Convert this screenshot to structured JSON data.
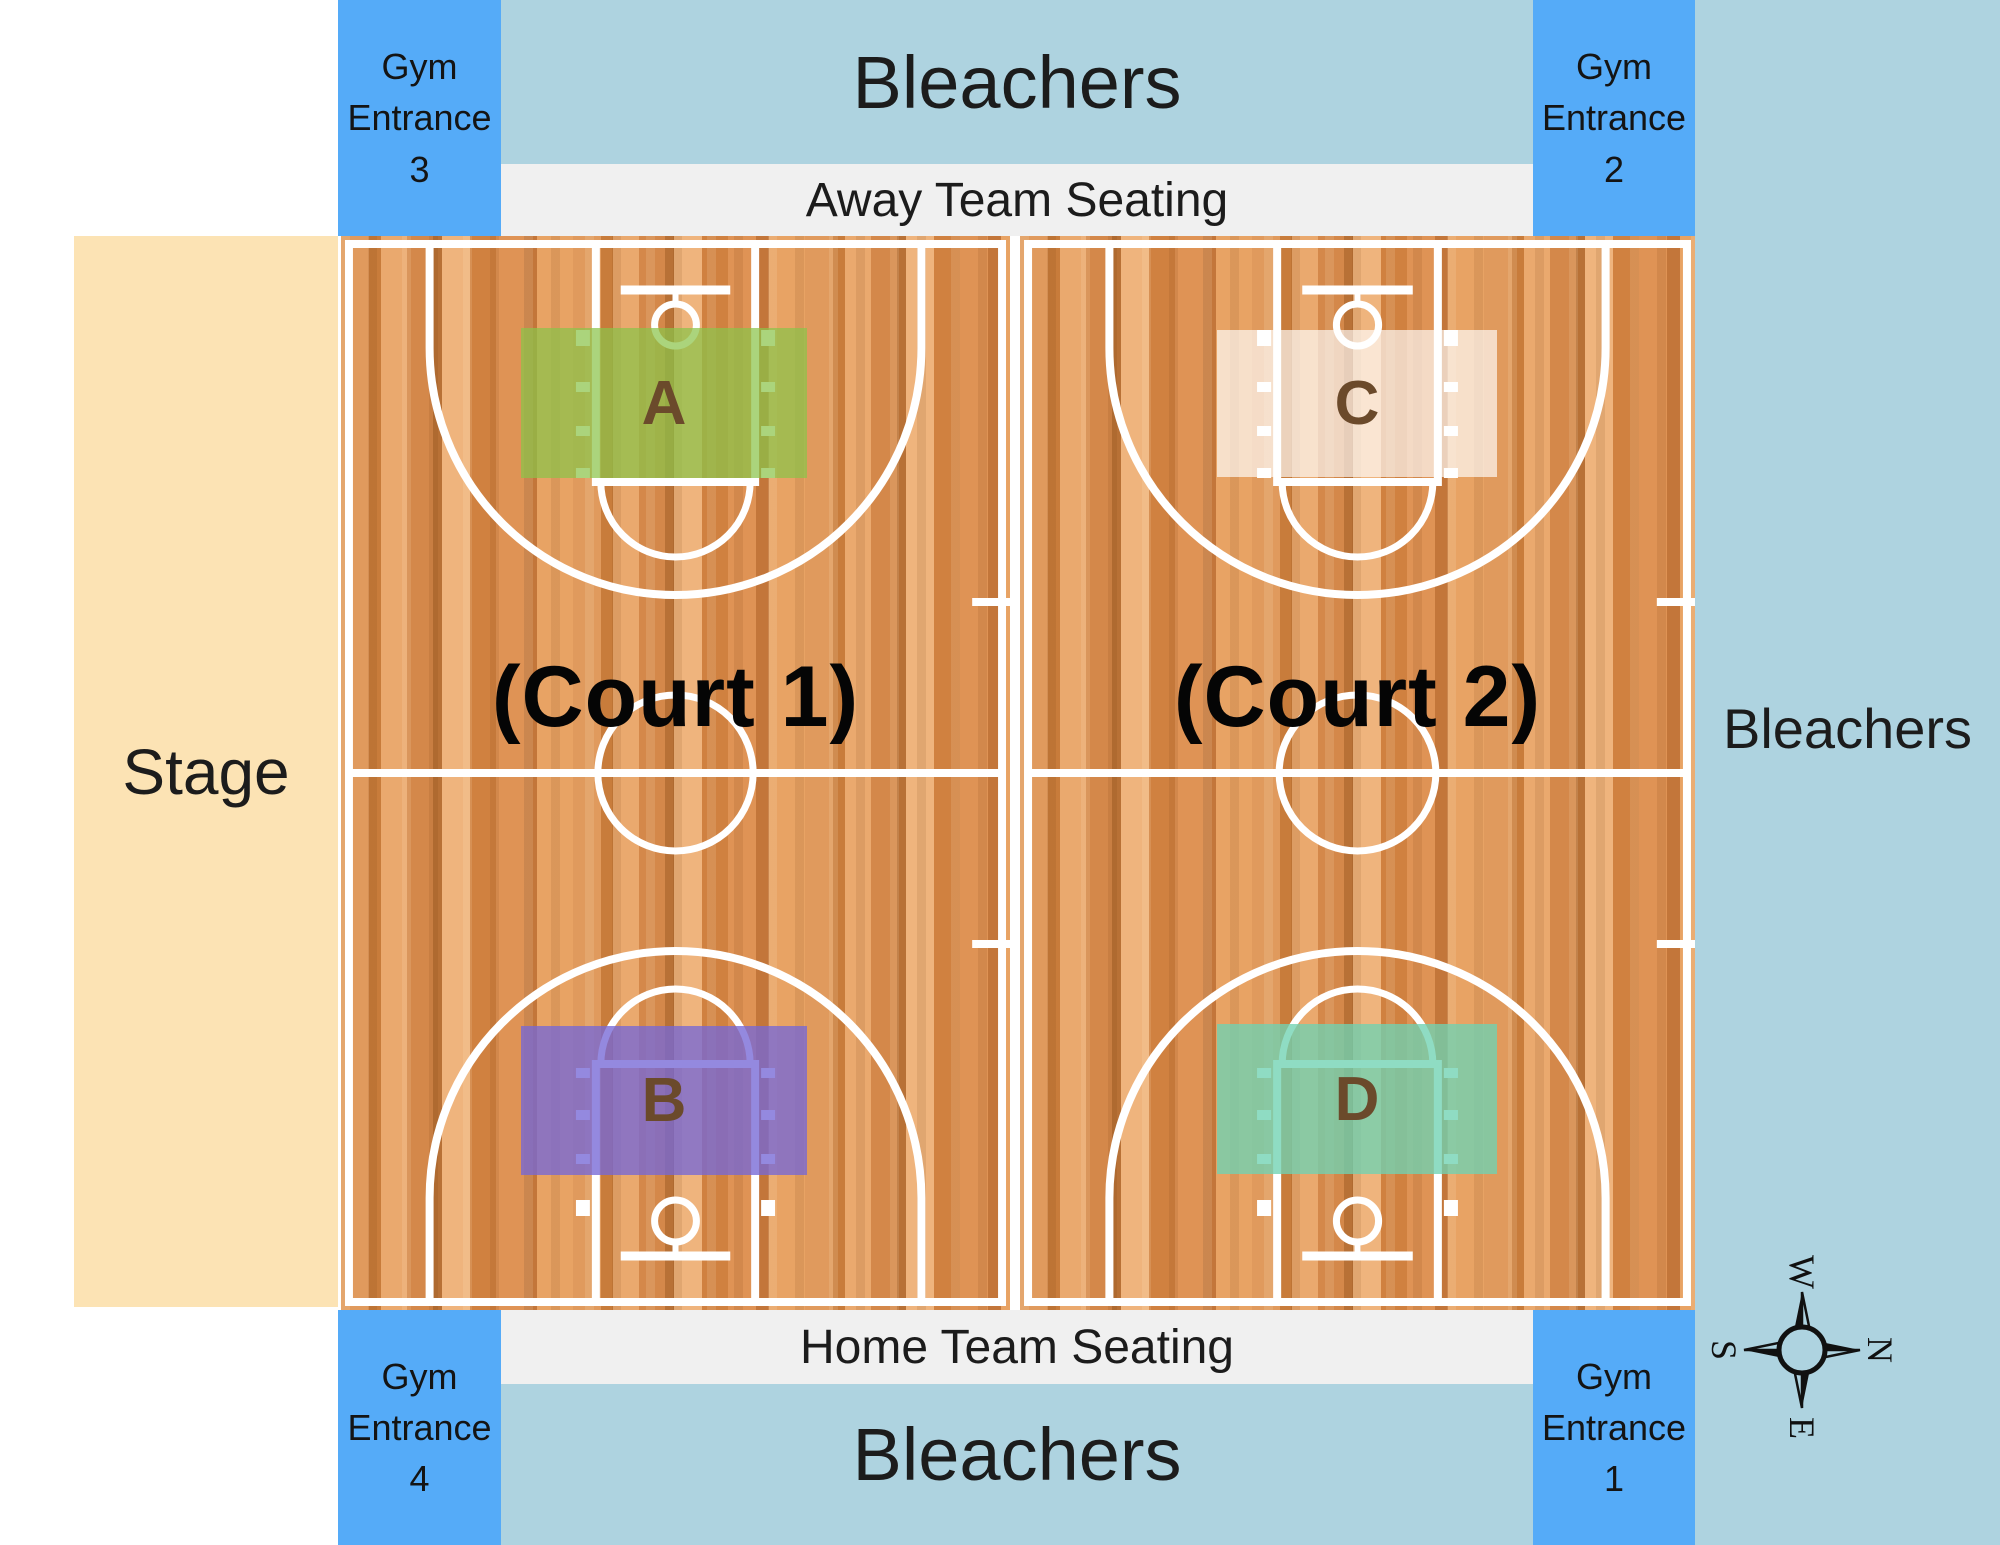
{
  "bleachers": {
    "top": "Bleachers",
    "bottom": "Bleachers",
    "right": "Bleachers"
  },
  "seating": {
    "away": "Away Team Seating",
    "home": "Home Team Seating"
  },
  "stage": {
    "label": "Stage"
  },
  "entrances": {
    "e1": {
      "word1": "Gym",
      "word2": "Entrance",
      "number": "1"
    },
    "e2": {
      "word1": "Gym",
      "word2": "Entrance",
      "number": "2"
    },
    "e3": {
      "word1": "Gym",
      "word2": "Entrance",
      "number": "3"
    },
    "e4": {
      "word1": "Gym",
      "word2": "Entrance",
      "number": "4"
    }
  },
  "courts": {
    "court1": {
      "label": "(Court 1)",
      "zoneA": {
        "label": "A",
        "fill": "rgba(139,195,74,0.72)"
      },
      "zoneB": {
        "label": "B",
        "fill": "rgba(118,104,214,0.78)"
      }
    },
    "court2": {
      "label": "(Court 2)",
      "zoneC": {
        "label": "C",
        "fill": "rgba(255,255,255,0.66)"
      },
      "zoneD": {
        "label": "D",
        "fill": "rgba(111,210,178,0.78)"
      }
    }
  },
  "compass": {
    "north": "N",
    "east": "E",
    "south": "S",
    "west": "W"
  },
  "colors": {
    "bleachers": "#aed3e0",
    "entrance": "#55abf8",
    "seating_band": "#f0f0f0",
    "stage": "#fce3b4",
    "court_line": "#ffffff",
    "zone_letter": "#6b4a2b"
  }
}
